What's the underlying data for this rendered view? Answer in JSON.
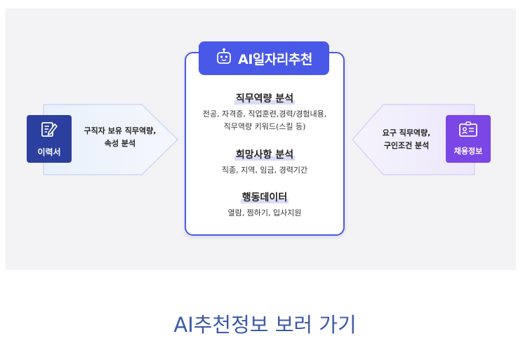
{
  "center": {
    "title": "AI일자리추천",
    "sections": [
      {
        "head": "직무역량 분석",
        "body_lines": [
          "전공, 자격증, 직업훈련,경력/경험내용,",
          "직무역량 키워드(스킬 등)"
        ]
      },
      {
        "head": "희망사항 분석",
        "body_lines": [
          "직종, 지역, 임금, 경력기간"
        ]
      },
      {
        "head": "행동데이터",
        "body_lines": [
          "열람, 찜하기, 입사지원"
        ]
      }
    ]
  },
  "left": {
    "badge_label": "이력서",
    "text_lines": [
      "구직자 보유 직무역량,",
      "속성 분석"
    ]
  },
  "right": {
    "badge_label": "채용정보",
    "text_lines": [
      "요구 직무역량,",
      "구인조건 분석"
    ]
  },
  "link": {
    "label": "AI추천정보 보러 가기"
  },
  "colors": {
    "accent": "#4958e6",
    "resume_badge": "#2b3f9e",
    "job_badge": "#7a46e6",
    "link": "#3d5aa8"
  },
  "icons": {
    "title": "robot-icon",
    "resume": "document-pen-icon",
    "job": "id-card-icon"
  }
}
